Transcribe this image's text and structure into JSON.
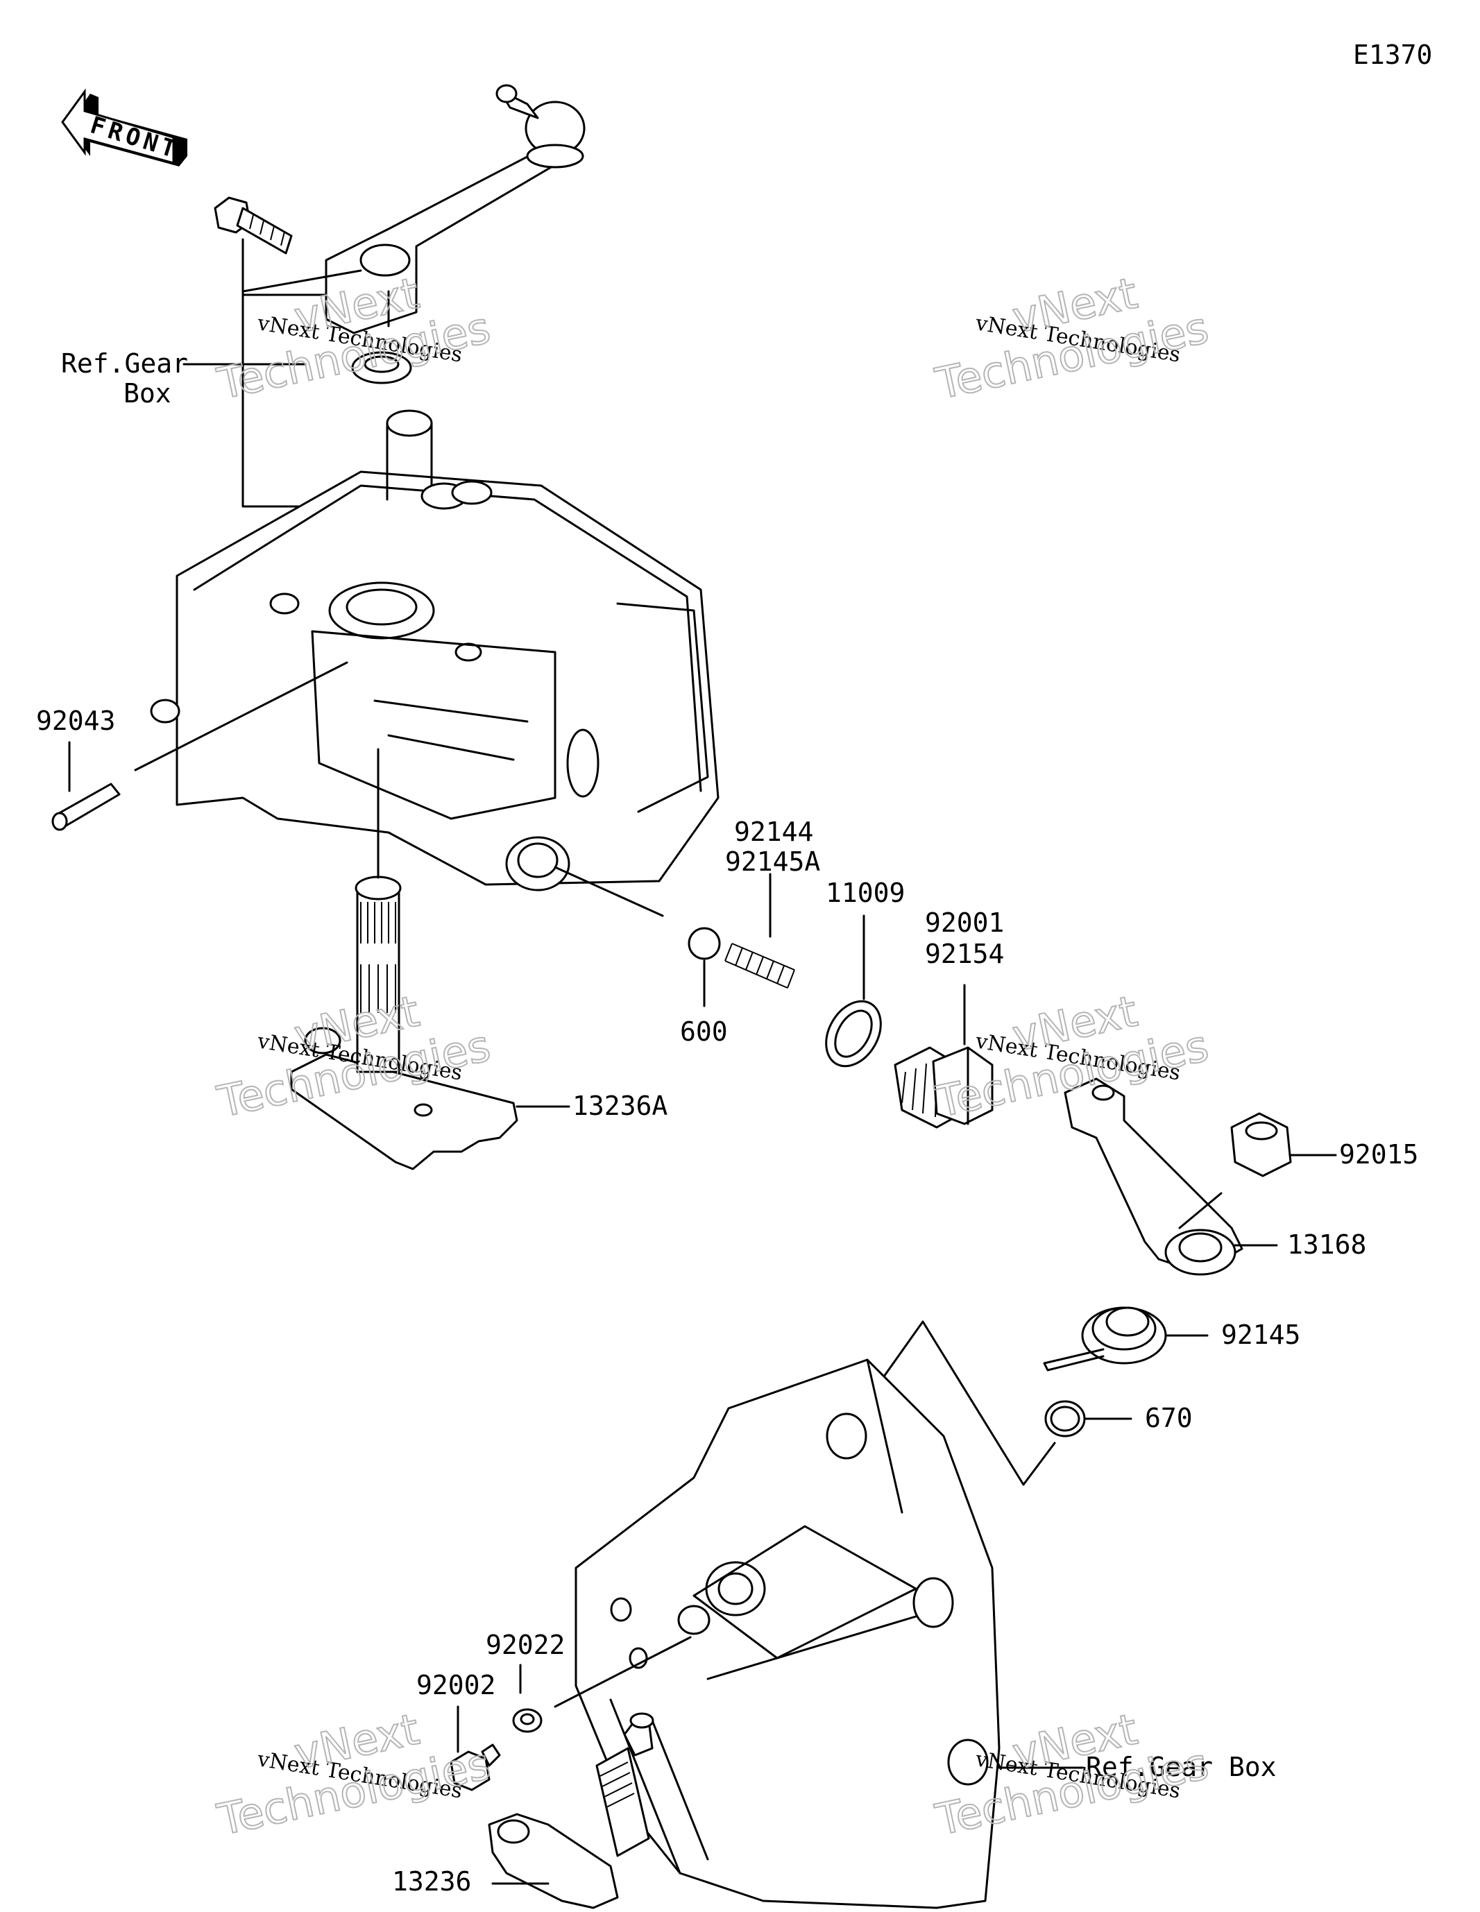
{
  "diagram_code": "E1370",
  "front_arrow": {
    "label": "FRONT",
    "icon": "front-arrow-icon"
  },
  "callouts": {
    "ref_gear_box_line1": "Ref.Gear",
    "ref_gear_box_line2": "Box",
    "p92043": "92043",
    "p92144": "92144",
    "p92145A": "92145A",
    "p11009": "11009",
    "p92001": "92001",
    "p92154": "92154",
    "p600": "600",
    "p13236A": "13236A",
    "p92015": "92015",
    "p13168": "13168",
    "p92145": "92145",
    "p670": "670",
    "p92022": "92022",
    "p92002": "92002",
    "p13236": "13236",
    "ref_gear_box_bottom": "Ref.Gear Box"
  },
  "watermark": {
    "line1": "vNext Technologies",
    "line2": "Technologies",
    "line3": "vNext"
  }
}
